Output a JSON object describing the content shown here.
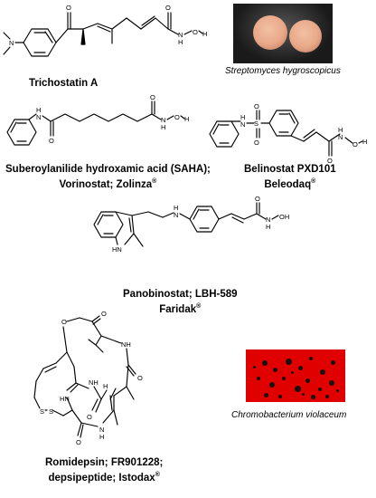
{
  "compounds": {
    "trichostatin": {
      "name": "Trichostatin A"
    },
    "saha": {
      "line1": "Suberoylanilide hydroxamic acid (SAHA);",
      "line2": "Vorinostat; Zolinza",
      "mark": "®"
    },
    "belinostat": {
      "line1": "Belinostat PXD101",
      "line2": "Beleodaq",
      "mark": "®"
    },
    "panobinostat": {
      "line1": "Panobinostat; LBH-589",
      "line2": "Faridak",
      "mark": "®"
    },
    "romidepsin": {
      "line1": "Romidepsin; FR901228;",
      "line2": "depsipeptide; Istodax",
      "mark": "®"
    }
  },
  "organisms": {
    "streptomyces": "Streptomyces hygroscopicus",
    "chromobacterium": "Chromobacterium violaceum"
  },
  "atoms": {
    "N": "N",
    "H": "H",
    "O": "O",
    "S": "S",
    "NH": "NH",
    "HN": "HN",
    "OH": "OH"
  },
  "colors": {
    "streptomyces_bg": "#1a1a1a",
    "colony": "#e8a888",
    "chromobacterium_bg": "#e00000",
    "colony_dark": "#1a1010"
  }
}
